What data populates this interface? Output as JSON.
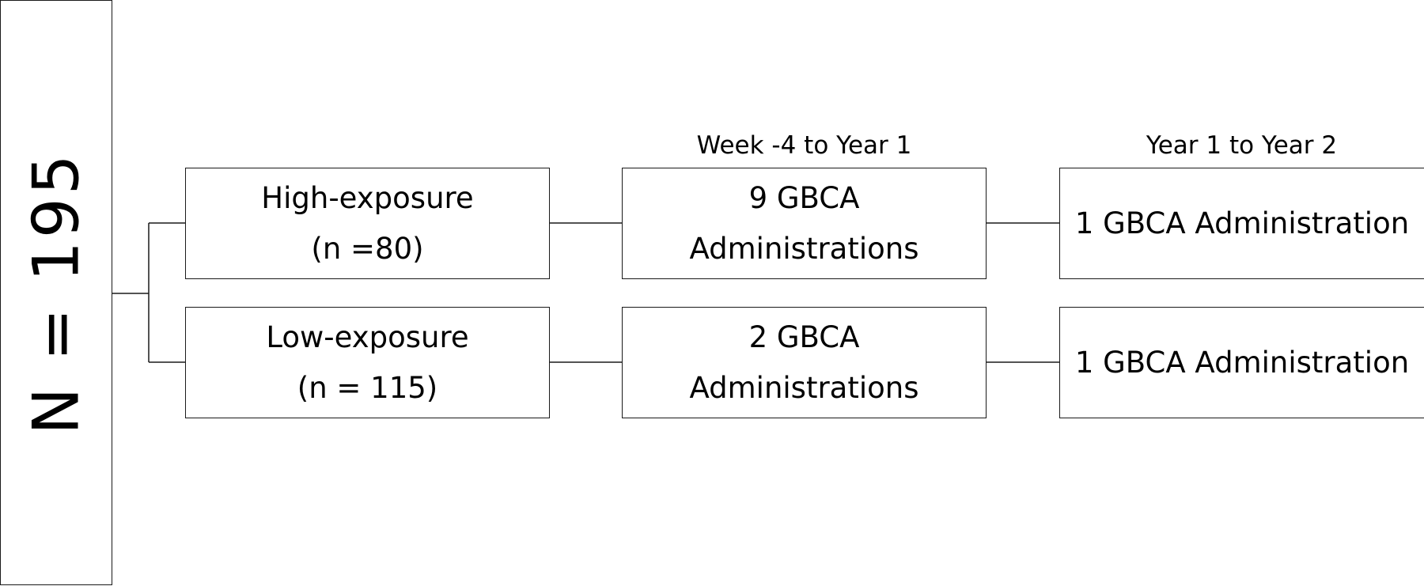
{
  "total": {
    "label": "N = 195"
  },
  "headers": {
    "period_1": "Week -4 to Year 1",
    "period_2": "Year 1 to Year 2"
  },
  "groups": [
    {
      "name": "High-exposure",
      "count": "(n =80)",
      "period_1": [
        "9 GBCA",
        "Administrations"
      ],
      "period_2": "1 GBCA Administration"
    },
    {
      "name": "Low-exposure",
      "count": "(n = 115)",
      "period_1": [
        "2 GBCA",
        "Administrations"
      ],
      "period_2": "1 GBCA Administration"
    }
  ],
  "colors": {
    "line": "#1a1a1a",
    "background": "#ffffff",
    "text": "#000000"
  }
}
